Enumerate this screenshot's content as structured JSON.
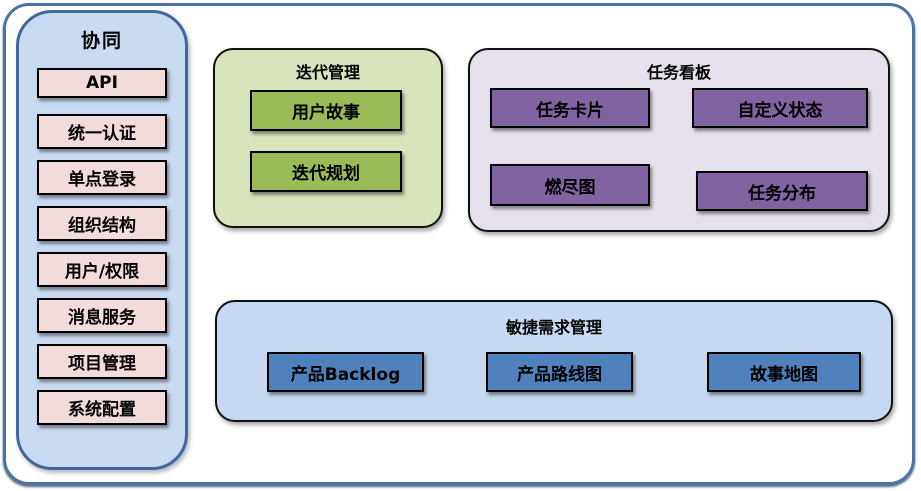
{
  "sidebar": {
    "title": "协同",
    "items": [
      "API",
      "统一认证",
      "单点登录",
      "组织结构",
      "用户/权限",
      "消息服务",
      "项目管理",
      "系统配置"
    ]
  },
  "iteration_panel": {
    "title": "迭代管理",
    "items": [
      "用户故事",
      "迭代规划"
    ]
  },
  "kanban_panel": {
    "title": "任务看板",
    "items": [
      "任务卡片",
      "自定义状态",
      "燃尽图",
      "任务分布"
    ]
  },
  "agile_panel": {
    "title": "敏捷需求管理",
    "items": [
      "产品Backlog",
      "产品路线图",
      "故事地图"
    ]
  },
  "colors": {
    "frame_border": "#4d73a6",
    "sidebar_fill": "#c9daf1",
    "sidebar_border": "#44669b",
    "sidebar_item_fill": "#f2dcdb",
    "iteration_panel_fill": "#d7e4bc",
    "iteration_item_fill": "#9bbb59",
    "kanban_panel_fill": "#e6e0ec",
    "kanban_item_fill": "#8064a2",
    "agile_panel_fill": "#c6d9f0",
    "agile_item_fill": "#4f81bd",
    "box_border": "#000000"
  }
}
